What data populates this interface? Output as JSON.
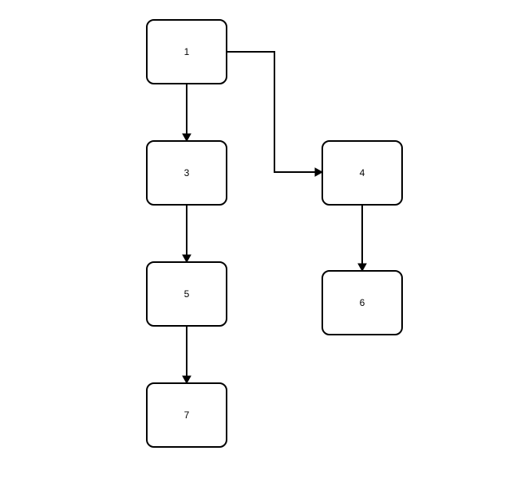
{
  "diagram": {
    "nodes": [
      {
        "id": "n1",
        "label": "1"
      },
      {
        "id": "n3",
        "label": "3"
      },
      {
        "id": "n4",
        "label": "4"
      },
      {
        "id": "n5",
        "label": "5"
      },
      {
        "id": "n6",
        "label": "6"
      },
      {
        "id": "n7",
        "label": "7"
      }
    ],
    "edges": [
      {
        "from": "n1",
        "to": "n3"
      },
      {
        "from": "n1",
        "to": "n4"
      },
      {
        "from": "n3",
        "to": "n5"
      },
      {
        "from": "n5",
        "to": "n7"
      },
      {
        "from": "n4",
        "to": "n6"
      }
    ],
    "colors": {
      "stroke": "#000000",
      "fill": "#ffffff",
      "background": "#ffffff"
    }
  }
}
